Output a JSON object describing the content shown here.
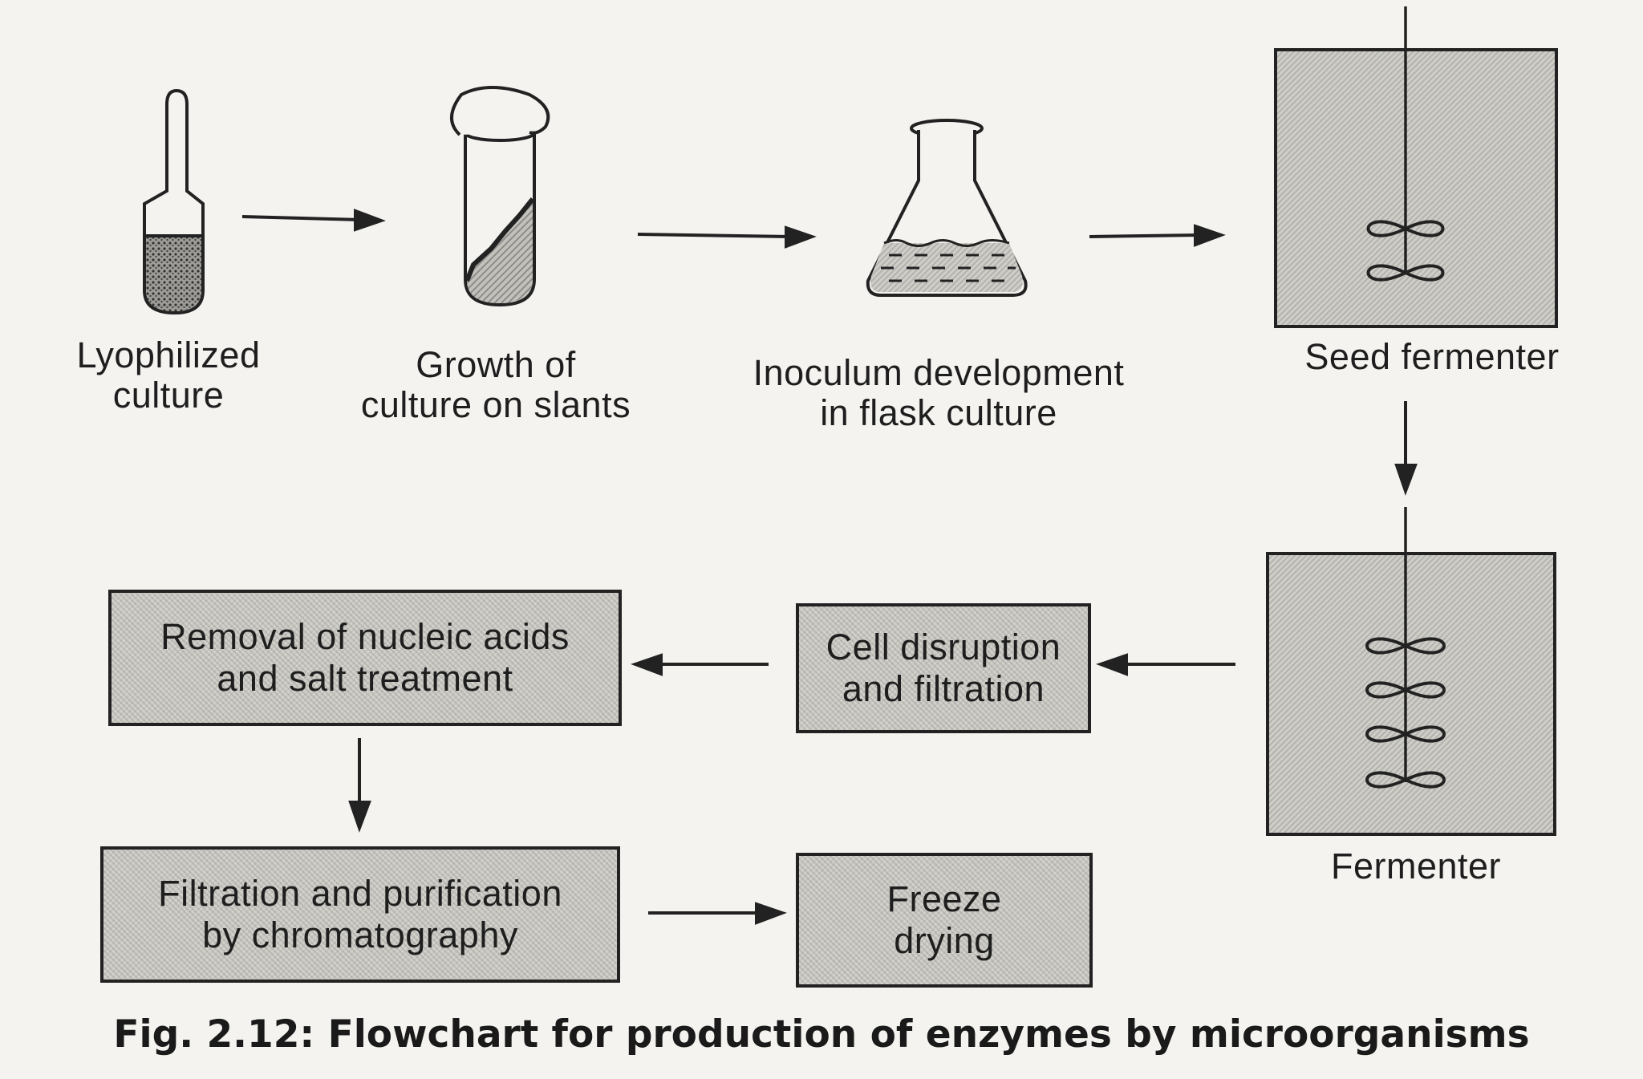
{
  "stages": {
    "lyophilized": "Lyophilized\nculture",
    "slants": "Growth of\nculture on slants",
    "inoculum": "Inoculum development\nin flask culture",
    "seed_fermenter": "Seed fermenter",
    "fermenter": "Fermenter",
    "cell_disruption": "Cell disruption\nand filtration",
    "removal": "Removal of nucleic acids\nand salt treatment",
    "filtration_purification": "Filtration and purification\nby chromatography",
    "freeze_drying": "Freeze\ndrying"
  },
  "caption": "Fig. 2.12: Flowchart for production of enzymes by microorganisms"
}
